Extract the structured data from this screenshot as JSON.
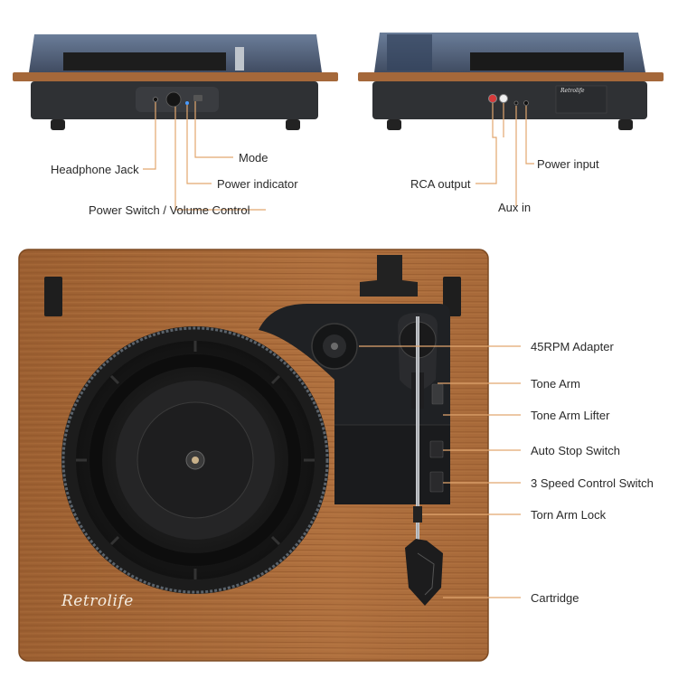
{
  "front_view": {
    "labels": {
      "headphone_jack": "Headphone Jack",
      "mode": "Mode",
      "power_indicator": "Power indicator",
      "power_switch_volume": "Power Switch / Volume Control"
    }
  },
  "back_view": {
    "brand_badge": "Retrolife",
    "labels": {
      "rca_output": "RCA output",
      "power_input": "Power input",
      "aux_in": "Aux in"
    }
  },
  "top_view": {
    "brand": "Retrolife",
    "labels": {
      "adapter_45rpm": "45RPM Adapter",
      "tone_arm": "Tone Arm",
      "tone_arm_lifter": "Tone Arm Lifter",
      "auto_stop_switch": "Auto Stop Switch",
      "speed_control_switch": "3 Speed Control Switch",
      "torn_arm_lock": "Torn Arm Lock",
      "cartridge": "Cartridge"
    }
  },
  "colors": {
    "wood": "#a8693a",
    "wood_dark": "#7d4a22",
    "body_dark": "#2e3033",
    "platter": "#1c1c1c",
    "leader_line": "#e2a66f",
    "lid": "#3a4a63"
  }
}
